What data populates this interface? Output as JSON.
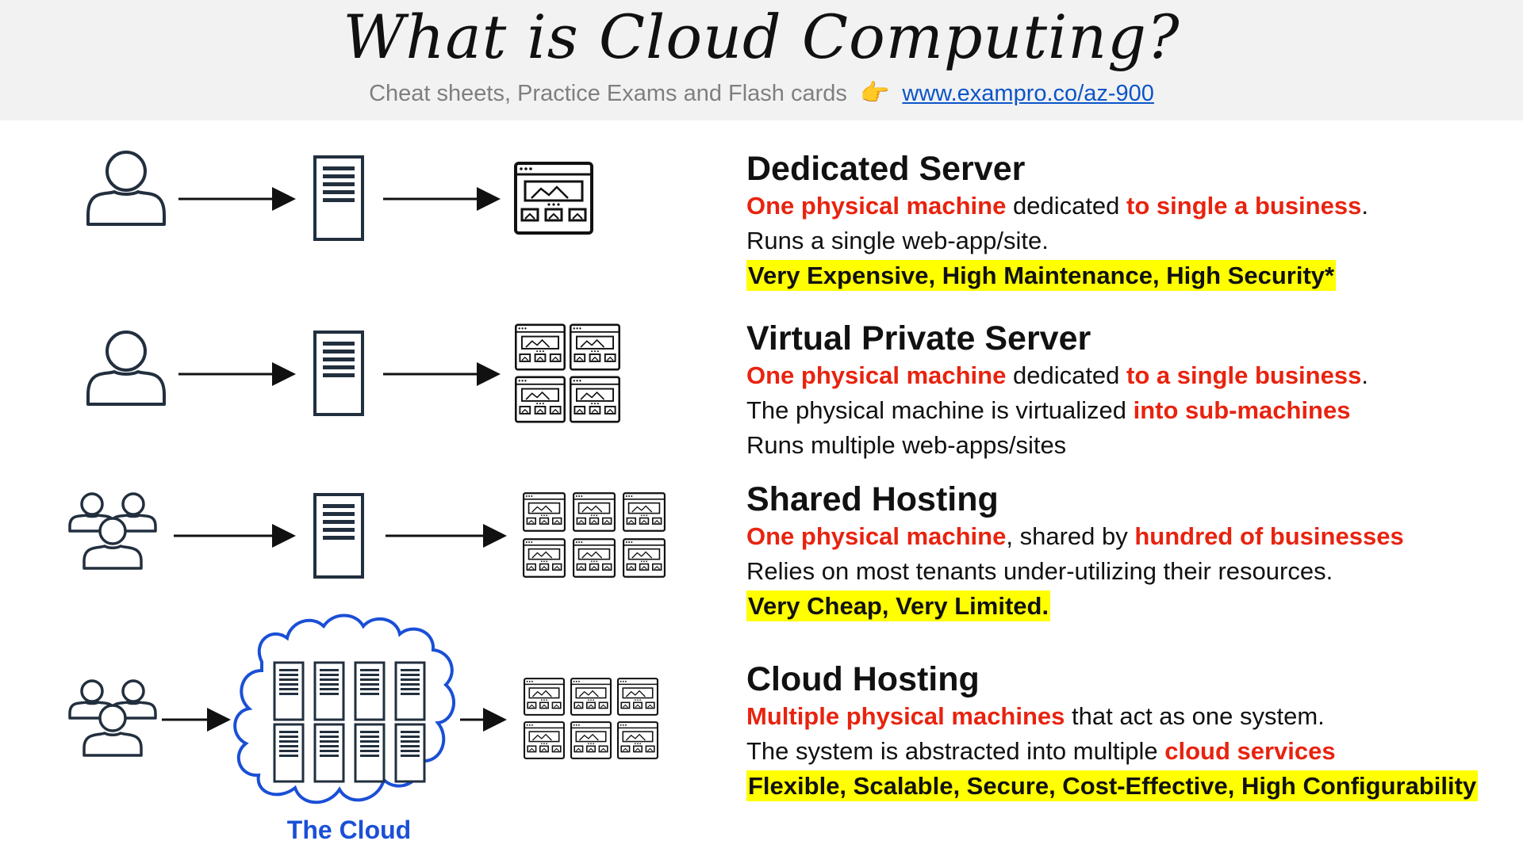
{
  "header": {
    "title": "What is Cloud Computing?",
    "subtitle": "Cheat sheets, Practice Exams and Flash cards",
    "pointer_emoji": "👉",
    "link": "www.exampro.co/az-900"
  },
  "diagram": {
    "cloud_label": "The Cloud",
    "icons": [
      "user-icon",
      "users-group-icon",
      "server-icon",
      "website-icon",
      "cloud-icon",
      "arrow-right-icon"
    ]
  },
  "sections": [
    {
      "title": "Dedicated Server",
      "lines": [
        [
          "One physical machine",
          " dedicated ",
          "to single a business",
          "."
        ],
        [
          "Runs a single web-app/site."
        ],
        [
          "Very Expensive, High Maintenance, High Security*"
        ]
      ]
    },
    {
      "title": "Virtual Private Server",
      "lines": [
        [
          "One physical machine",
          " dedicated ",
          "to a single business",
          "."
        ],
        [
          "The physical machine is virtualized ",
          "into sub-machines"
        ],
        [
          "Runs multiple web-apps/sites"
        ]
      ]
    },
    {
      "title": "Shared Hosting",
      "lines": [
        [
          "One physical machine",
          ", shared by ",
          "hundred of businesses"
        ],
        [
          "Relies on most tenants under-utilizing their resources."
        ],
        [
          "Very Cheap, Very Limited."
        ]
      ]
    },
    {
      "title": "Cloud Hosting",
      "lines": [
        [
          "Multiple physical machines",
          " that act as one system."
        ],
        [
          "The system is abstracted into multiple ",
          "cloud services"
        ],
        [
          "Flexible, Scalable, Secure, Cost-Effective, High Configurability"
        ]
      ]
    }
  ],
  "colors": {
    "accent_red": "#e8230f",
    "highlight": "#ffff00",
    "cloud_blue": "#1a4fd6",
    "link_blue": "#0b55c8"
  }
}
